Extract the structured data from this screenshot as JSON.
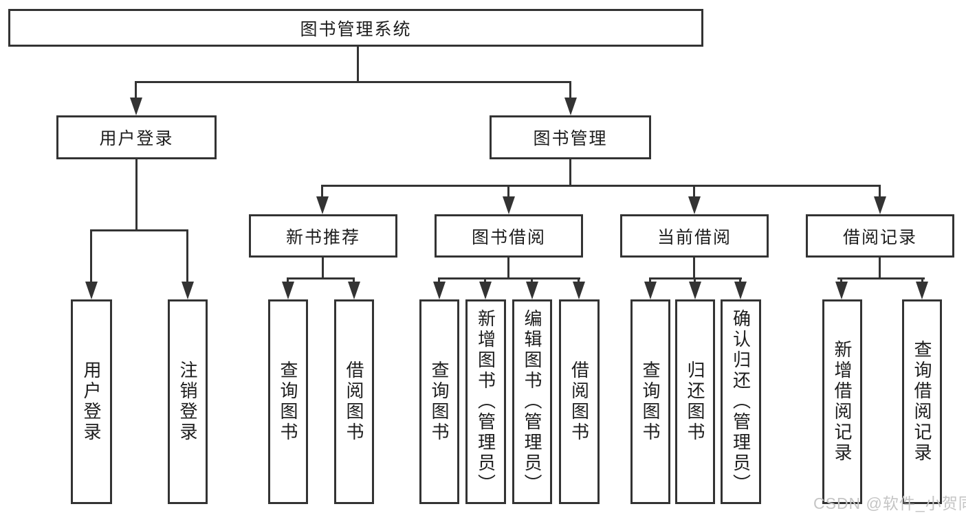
{
  "diagram": {
    "root": "图书管理系统",
    "level2": {
      "user_login": {
        "label": "用户登录",
        "children": [
          "用户登录",
          "注销登录"
        ]
      },
      "book_mgmt": {
        "label": "图书管理"
      }
    },
    "level3": [
      {
        "label": "新书推荐",
        "children": [
          "查询图书",
          "借阅图书"
        ]
      },
      {
        "label": "图书借阅",
        "children": [
          "查询图书",
          "新增图书（管理员）",
          "编辑图书（管理员）",
          "借阅图书"
        ]
      },
      {
        "label": "当前借阅",
        "children": [
          "查询图书",
          "归还图书",
          "确认归还（管理员）"
        ]
      },
      {
        "label": "借阅记录",
        "children": [
          "新增借阅记录",
          "查询借阅记录"
        ]
      }
    ]
  },
  "watermark": "CSDN @软件_小贺同学",
  "colors": {
    "line": "#333333",
    "text": "#1d1d1d",
    "watermark": "#c5c5c5",
    "background": "#ffffff"
  }
}
